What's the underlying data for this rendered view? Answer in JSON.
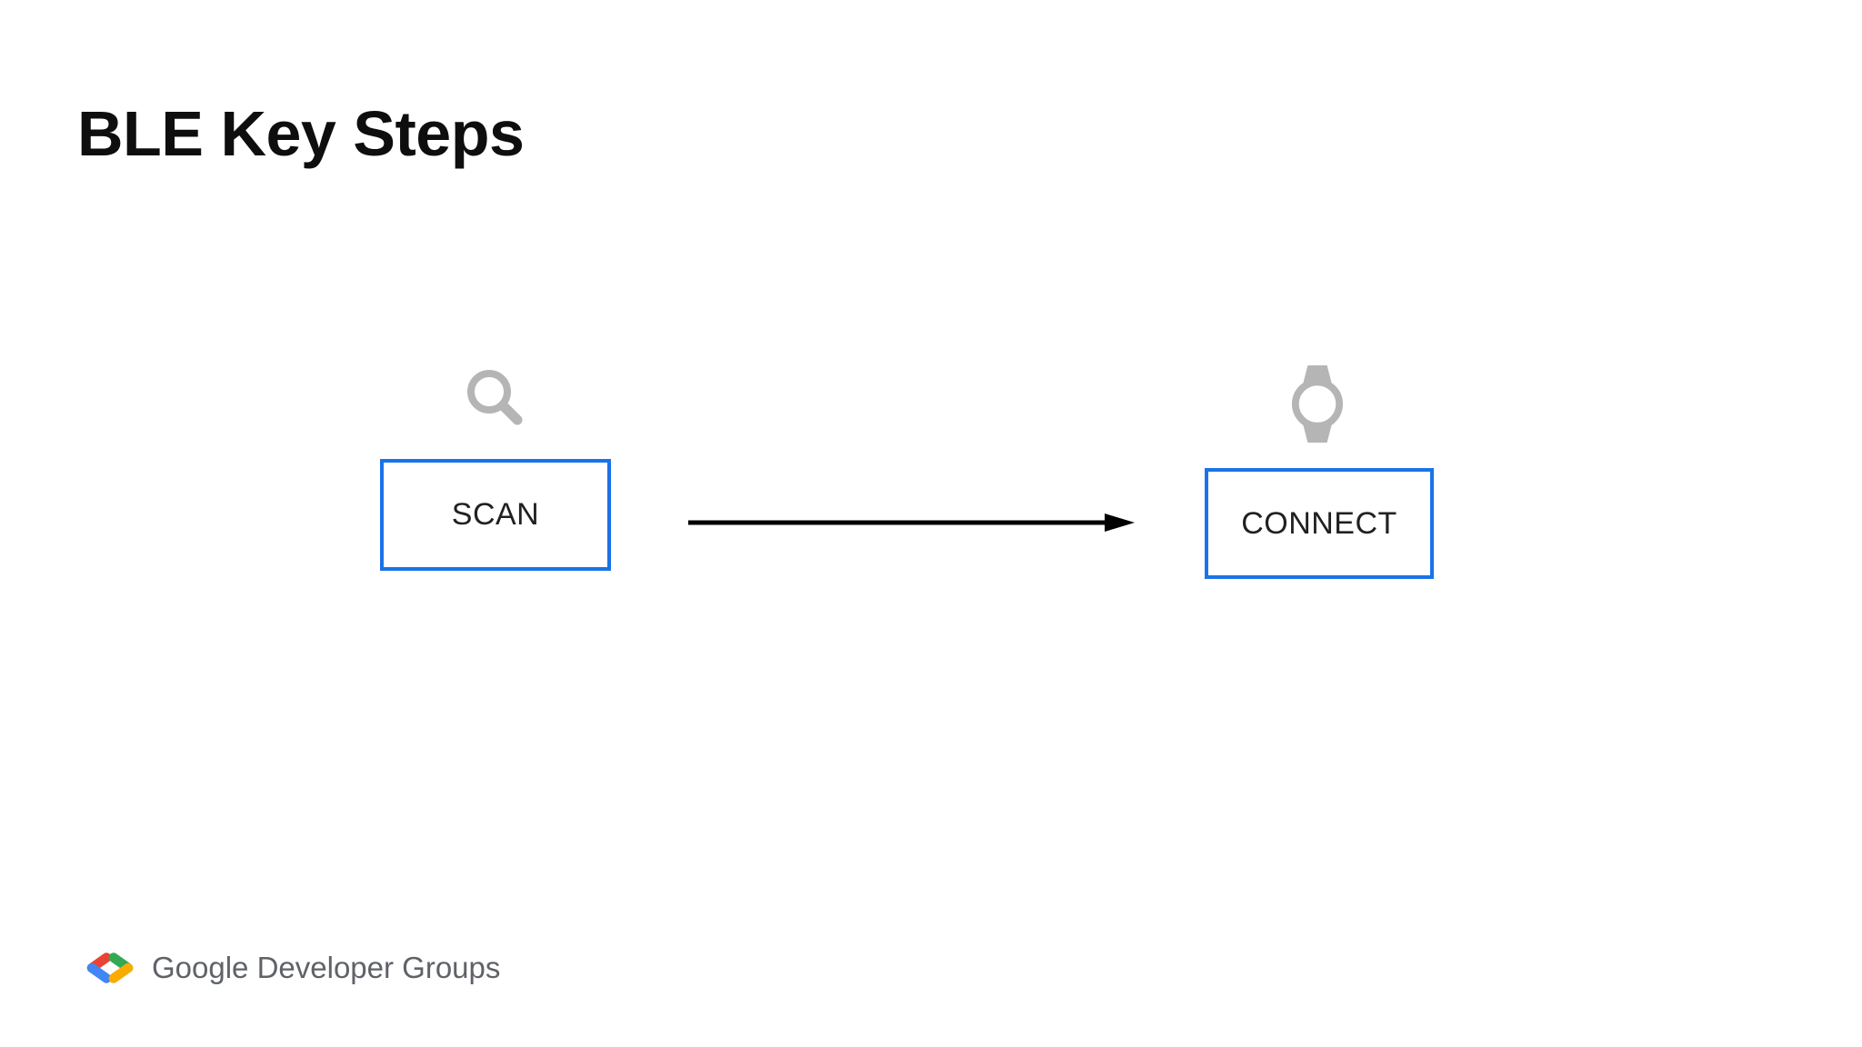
{
  "slide": {
    "title": "BLE Key Steps"
  },
  "diagram": {
    "nodes": [
      {
        "id": "scan",
        "label": "SCAN",
        "icon": "magnifier-icon"
      },
      {
        "id": "connect",
        "label": "CONNECT",
        "icon": "smartwatch-icon"
      }
    ],
    "connector": {
      "from": "SCAN",
      "to": "CONNECT",
      "direction": "right",
      "style": "solid-arrow"
    }
  },
  "footer": {
    "brand": "Google Developer Groups"
  },
  "colors": {
    "title_black": "#0e0e0e",
    "label_black": "#212121",
    "node_border_blue": "#1a73e8",
    "icon_gray": "#b5b5b5",
    "arrow_black": "#000000",
    "brand_gray": "#5f6368",
    "logo_red": "#EA4335",
    "logo_blue": "#4285F4",
    "logo_green": "#34A853",
    "logo_yellow": "#F9AB00"
  }
}
